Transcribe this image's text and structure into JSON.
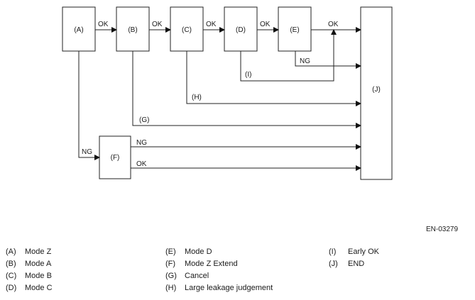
{
  "nodes": {
    "A": "(A)",
    "B": "(B)",
    "C": "(C)",
    "D": "(D)",
    "E": "(E)",
    "F": "(F)",
    "J": "(J)"
  },
  "edge_labels": {
    "ok": "OK",
    "ng": "NG",
    "i": "(I)",
    "h": "(H)",
    "g": "(G)"
  },
  "figure_code": "EN-03279",
  "legend": [
    [
      {
        "key": "(A)",
        "text": "Mode Z"
      },
      {
        "key": "(B)",
        "text": "Mode A"
      },
      {
        "key": "(C)",
        "text": "Mode B"
      },
      {
        "key": "(D)",
        "text": "Mode C"
      }
    ],
    [
      {
        "key": "(E)",
        "text": "Mode D"
      },
      {
        "key": "(F)",
        "text": "Mode Z Extend"
      },
      {
        "key": "(G)",
        "text": "Cancel"
      },
      {
        "key": "(H)",
        "text": "Large leakage judgement"
      }
    ],
    [
      {
        "key": "(I)",
        "text": "Early OK"
      },
      {
        "key": "(J)",
        "text": "END"
      }
    ]
  ]
}
